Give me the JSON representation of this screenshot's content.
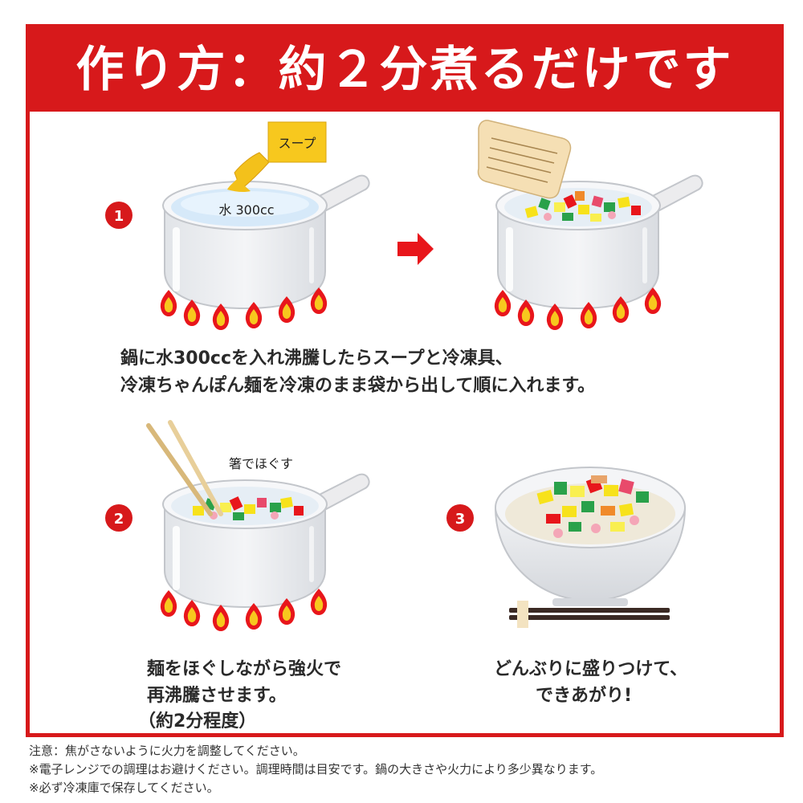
{
  "header": {
    "title": "作り方：約２分煮るだけです"
  },
  "step1": {
    "number": "1",
    "soup_label": "スープ",
    "water_label": "水 300cc",
    "description_line1": "鍋に水300ccを入れ沸騰したらスープと冷凍具、",
    "description_line2": "冷凍ちゃんぽん麺を冷凍のまま袋から出して順に入れます。"
  },
  "step2": {
    "number": "2",
    "callout": "箸でほぐす",
    "description_line1": "麺をほぐしながら強火で",
    "description_line2": "再沸騰させます。",
    "description_line3": "（約2分程度）"
  },
  "step3": {
    "number": "3",
    "description_line1": "どんぶりに盛りつけて、",
    "description_line2": "できあがり!"
  },
  "notes": [
    "注意：焦がさないように火力を調整してください。",
    "※電子レンジでの調理はお避けください。調理時間は目安です。鍋の大きさや火力により多少異なります。",
    "※必ず冷凍庫で保存してください。"
  ],
  "colors": {
    "accent": "#d7191b",
    "flame": "#f7c81e",
    "pot": "#e9ebee"
  }
}
